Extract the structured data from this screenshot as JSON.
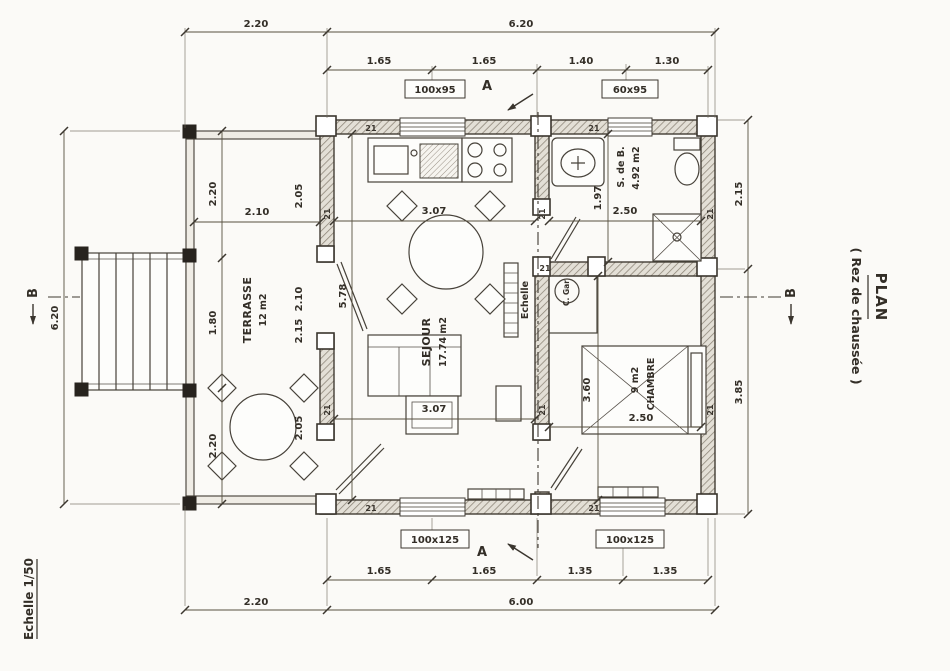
{
  "titleblock": {
    "title": "PLAN",
    "subtitle": "( Rez de chaussée )",
    "scale": "Echelle 1/50"
  },
  "sections": {
    "a": "A",
    "b": "B"
  },
  "log_thickness": "21",
  "rooms": {
    "terrasse": {
      "name": "TERRASSE",
      "area": "12 m2"
    },
    "sejour": {
      "name": "SEJOUR",
      "area": "17.74 m2"
    },
    "salle_de_bain": {
      "name": "S. de B.",
      "area": "4.92 m2"
    },
    "chambre": {
      "name": "CHAMBRE",
      "area": "9 m2"
    },
    "water_heater": {
      "name": "C. Gar"
    },
    "ladder": {
      "name": "Echelle"
    }
  },
  "openings": {
    "window_kitchen": "100x95",
    "window_bath": "60x95",
    "window_sejour_south": "100x125",
    "window_chambre_south": "100x125"
  },
  "dims": {
    "top": {
      "terrace": "2.20",
      "house": "6.20",
      "seg1": "1.65",
      "seg2": "1.65",
      "seg3": "1.40",
      "seg4": "1.30"
    },
    "bottom": {
      "terrace": "2.20",
      "house": "6.00",
      "seg1": "1.65",
      "seg2": "1.65",
      "seg3": "1.35",
      "seg4": "1.35"
    },
    "left": {
      "total": "6.20",
      "seg1": "2.20",
      "seg2": "1.80",
      "seg3": "2.20"
    },
    "right": {
      "seg1": "2.15",
      "seg2": "3.85"
    },
    "terrace": {
      "width": "2.10",
      "inner_top": "2.05",
      "door_a": "2.10",
      "door_b": "2.15",
      "inner_bottom": "2.05"
    },
    "sejour": {
      "w_top": "3.07",
      "w_bottom": "3.07",
      "h": "5.78"
    },
    "bath": {
      "w": "2.50",
      "h": "1.97"
    },
    "chambre": {
      "w": "2.50",
      "h": "3.60"
    }
  }
}
